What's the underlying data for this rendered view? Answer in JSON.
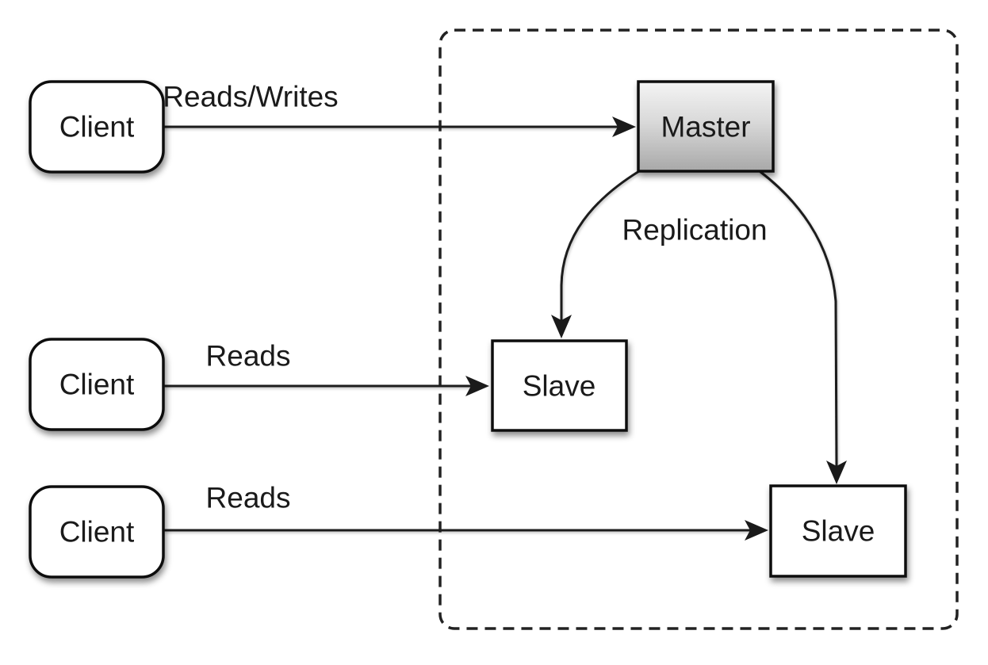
{
  "nodes": {
    "client_1": {
      "label": "Client"
    },
    "client_2": {
      "label": "Client"
    },
    "client_3": {
      "label": "Client"
    },
    "master": {
      "label": "Master"
    },
    "slave_1": {
      "label": "Slave"
    },
    "slave_2": {
      "label": "Slave"
    }
  },
  "edges": {
    "client1_to_master": {
      "label": "Reads/Writes"
    },
    "client2_to_slave1": {
      "label": "Reads"
    },
    "client3_to_slave2": {
      "label": "Reads"
    },
    "master_to_slaves": {
      "label": "Replication"
    }
  },
  "colors": {
    "background": "#ffffff",
    "line": "#1a1a1a",
    "node_fill": "#ffffff",
    "node_stroke": "#111111",
    "master_gradient_top": "#f4f4f4",
    "master_gradient_bottom": "#a8a8a8",
    "text": "#1a1a1a"
  }
}
